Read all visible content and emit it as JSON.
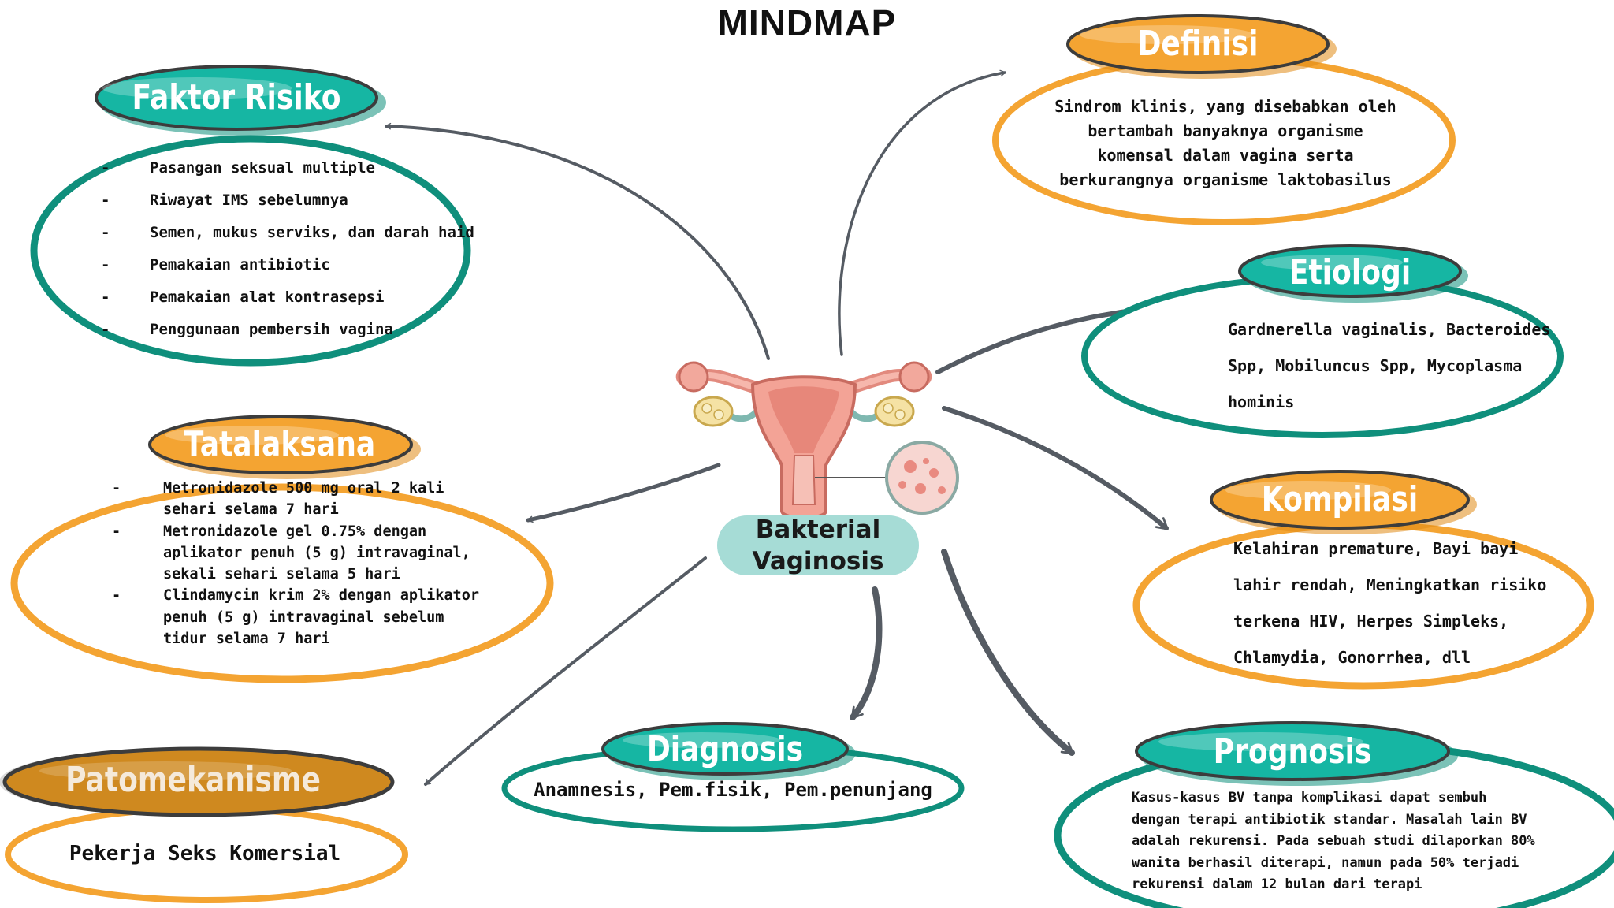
{
  "title": "MINDMAP",
  "colors": {
    "teal": "#15b3a0",
    "teal_dark": "#0e8a78",
    "orange": "#f4a432",
    "orange_dark": "#e08b15",
    "arrow": "#555b63",
    "center_pill": "#a6dcd6"
  },
  "center": {
    "label_line1": "Bakterial",
    "label_line2": "Vaginosis",
    "icon": "uterus-illustration"
  },
  "nodes": {
    "faktor_risiko": {
      "heading": "Faktor Risiko",
      "items": [
        "Pasangan seksual multiple",
        "Riwayat IMS sebelumnya",
        "Semen, mukus serviks, dan darah haid",
        "Pemakaian antibiotic",
        "Pemakaian alat kontrasepsi",
        "Penggunaan pembersih vagina"
      ]
    },
    "definisi": {
      "heading": "Definisi",
      "lines": [
        "Sindrom klinis, yang disebabkan oleh",
        "bertambah banyaknya organisme",
        "komensal dalam vagina serta",
        "berkurangnya organisme laktobasilus"
      ]
    },
    "etiologi": {
      "heading": "Etiologi",
      "lines": [
        "Gardnerella vaginalis, Bacteroides",
        "Spp, Mobiluncus Spp, Mycoplasma",
        "hominis"
      ]
    },
    "tatalaksana": {
      "heading": "Tatalaksana",
      "items": [
        {
          "lines": [
            "Metronidazole 500 mg oral 2 kali",
            "sehari selama 7 hari"
          ]
        },
        {
          "lines": [
            "Metronidazole gel 0.75% dengan",
            "aplikator penuh (5 g) intravaginal,",
            "sekali sehari selama 5 hari"
          ]
        },
        {
          "lines": [
            "Clindamycin krim 2% dengan aplikator",
            "penuh (5 g) intravaginal sebelum",
            "tidur selama 7 hari"
          ]
        }
      ]
    },
    "kompilasi": {
      "heading": "Kompilasi",
      "lines": [
        "Kelahiran premature, Bayi bayi",
        "lahir rendah, Meningkatkan risiko",
        "terkena HIV, Herpes Simpleks,",
        "Chlamydia, Gonorrhea, dll"
      ]
    },
    "patomekanisme": {
      "heading": "Patomekanisme",
      "text": "Pekerja Seks Komersial"
    },
    "diagnosis": {
      "heading": "Diagnosis",
      "text": "Anamnesis, Pem.fisik, Pem.penunjang"
    },
    "prognosis": {
      "heading": "Prognosis",
      "lines": [
        "Kasus-kasus BV tanpa komplikasi dapat sembuh",
        "dengan terapi antibiotik standar. Masalah lain BV",
        "adalah rekurensi. Pada sebuah studi dilaporkan 80%",
        "wanita berhasil diterapi, namun pada 50% terjadi",
        "rekurensi dalam 12 bulan dari terapi"
      ]
    }
  }
}
